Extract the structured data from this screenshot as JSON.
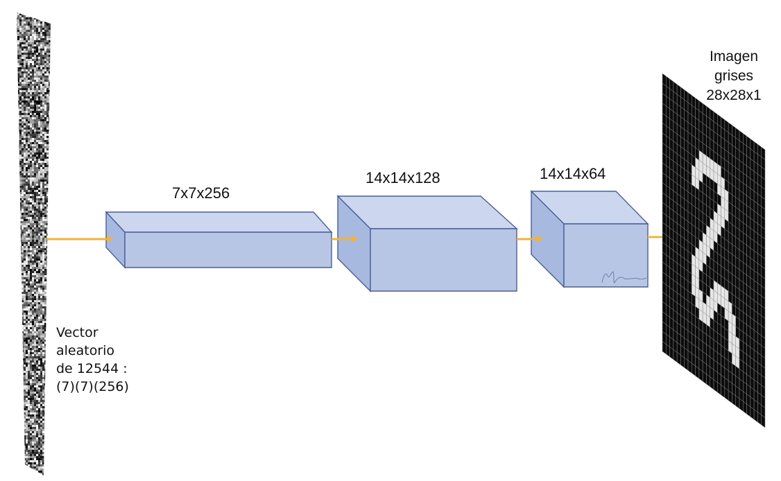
{
  "colors": {
    "block_front": "#b8c6e6",
    "block_top": "#ccd7ef",
    "block_side": "#a8b9df",
    "block_edge": "#4a5e96",
    "arrow": "#f2b33d"
  },
  "input_vector": {
    "label": "Vector\naleatorio\nde 12544 :\n(7)(7)(256)"
  },
  "layers": [
    {
      "label": "7x7x256"
    },
    {
      "label": "14x14x128"
    },
    {
      "label": "14x14x64"
    }
  ],
  "output_image": {
    "label": "Imagen\ngrises\n28x28x1",
    "pixels": [
      "............................",
      "............................",
      "............................",
      "............................",
      "............................",
      "..........######............",
      ".........########...........",
      "........###....###..........",
      "........##......##..........",
      "...............###..........",
      "..............###...........",
      ".............###............",
      "............###.............",
      "...........###..............",
      "..........###...............",
      ".........###................",
      "........###.................",
      "........##....####..........",
      "........##...######.........",
      "........###.###..###........",
      ".........#####....##........",
      "..........###.....###.......",
      "..................###.......",
      "...................##.......",
      "............................",
      "............................",
      "............................",
      "............................"
    ]
  }
}
